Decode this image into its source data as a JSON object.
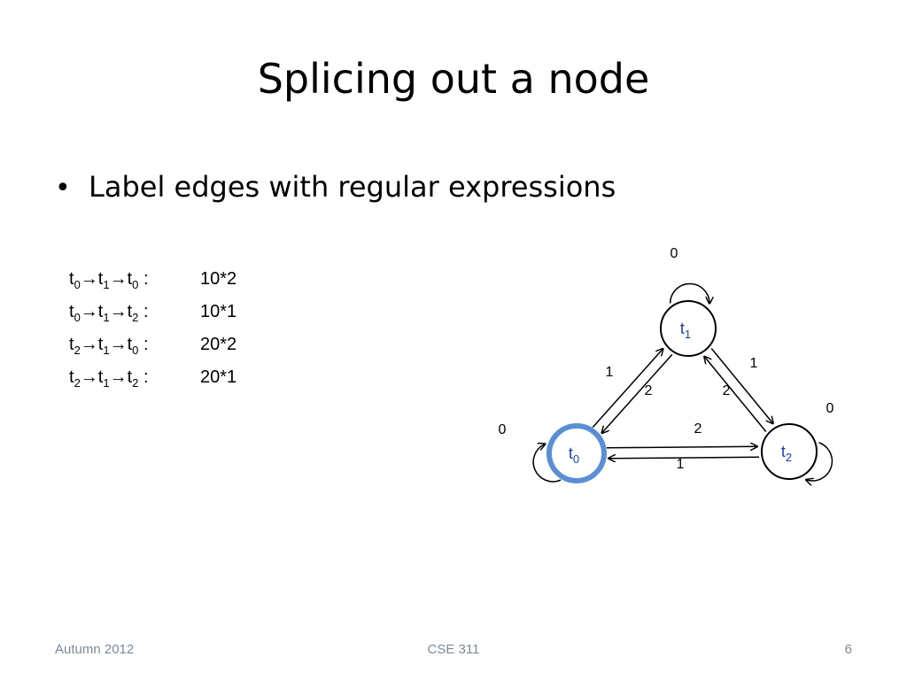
{
  "slide": {
    "title": "Splicing out a node",
    "bullets": [
      "Label edges with regular expressions"
    ]
  },
  "paths": [
    {
      "from": "0",
      "mid": "1",
      "to": "0",
      "expr": "10*2"
    },
    {
      "from": "0",
      "mid": "1",
      "to": "2",
      "expr": "10*1"
    },
    {
      "from": "2",
      "mid": "1",
      "to": "0",
      "expr": "20*2"
    },
    {
      "from": "2",
      "mid": "1",
      "to": "2",
      "expr": "20*1"
    }
  ],
  "diagram": {
    "nodes": [
      {
        "id": "t0",
        "base": "t",
        "sub": "0",
        "highlight": true
      },
      {
        "id": "t1",
        "base": "t",
        "sub": "1",
        "highlight": false
      },
      {
        "id": "t2",
        "base": "t",
        "sub": "2",
        "highlight": false
      }
    ],
    "edges": [
      {
        "from": "t0",
        "to": "t1",
        "label": "1"
      },
      {
        "from": "t1",
        "to": "t0",
        "label": "2"
      },
      {
        "from": "t1",
        "to": "t2",
        "label": "1"
      },
      {
        "from": "t2",
        "to": "t1",
        "label": "2"
      },
      {
        "from": "t0",
        "to": "t2",
        "label": "2"
      },
      {
        "from": "t2",
        "to": "t0",
        "label": "1"
      },
      {
        "from": "t0",
        "to": "t0",
        "label": "0"
      },
      {
        "from": "t1",
        "to": "t1",
        "label": "0"
      },
      {
        "from": "t2",
        "to": "t2",
        "label": "0"
      }
    ],
    "colors": {
      "highlight": "#5b8fd4",
      "node_label": "#1a3fb0",
      "stroke": "#000000"
    }
  },
  "footer": {
    "left": "Autumn 2012",
    "center": "CSE 311",
    "right": "6"
  }
}
